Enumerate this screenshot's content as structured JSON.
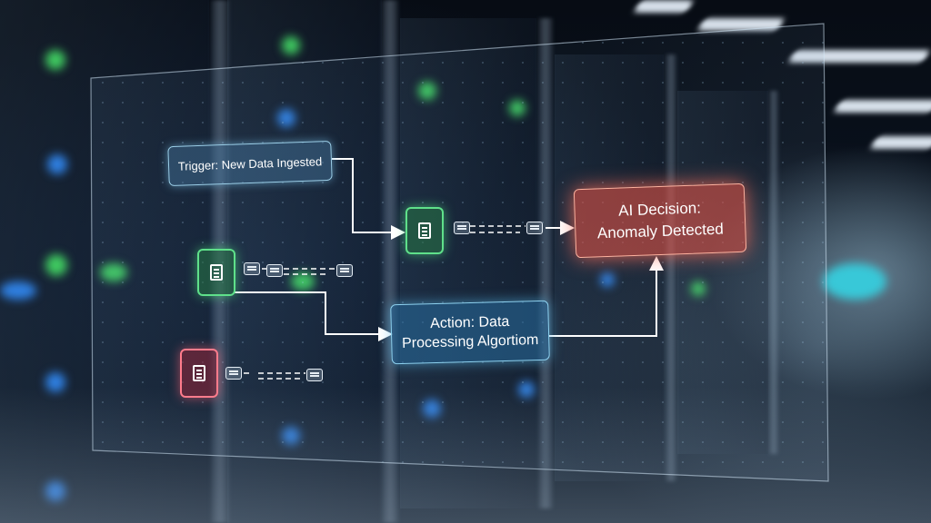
{
  "nodes": {
    "trigger": "Trigger: New Data Ingested",
    "action_line1": "Action: Data",
    "action_line2": "Processing Algortiom",
    "decision_line1": "AI Decision:",
    "decision_line2": "Anomaly Detected"
  },
  "colors": {
    "accent_blue": "#8ed2f0",
    "accent_green": "#5fe08a",
    "accent_red": "#ff7c8c",
    "decision_glow": "#ff6e5a"
  },
  "icons": [
    "document-icon",
    "data-chip-icon",
    "arrow-icon"
  ]
}
